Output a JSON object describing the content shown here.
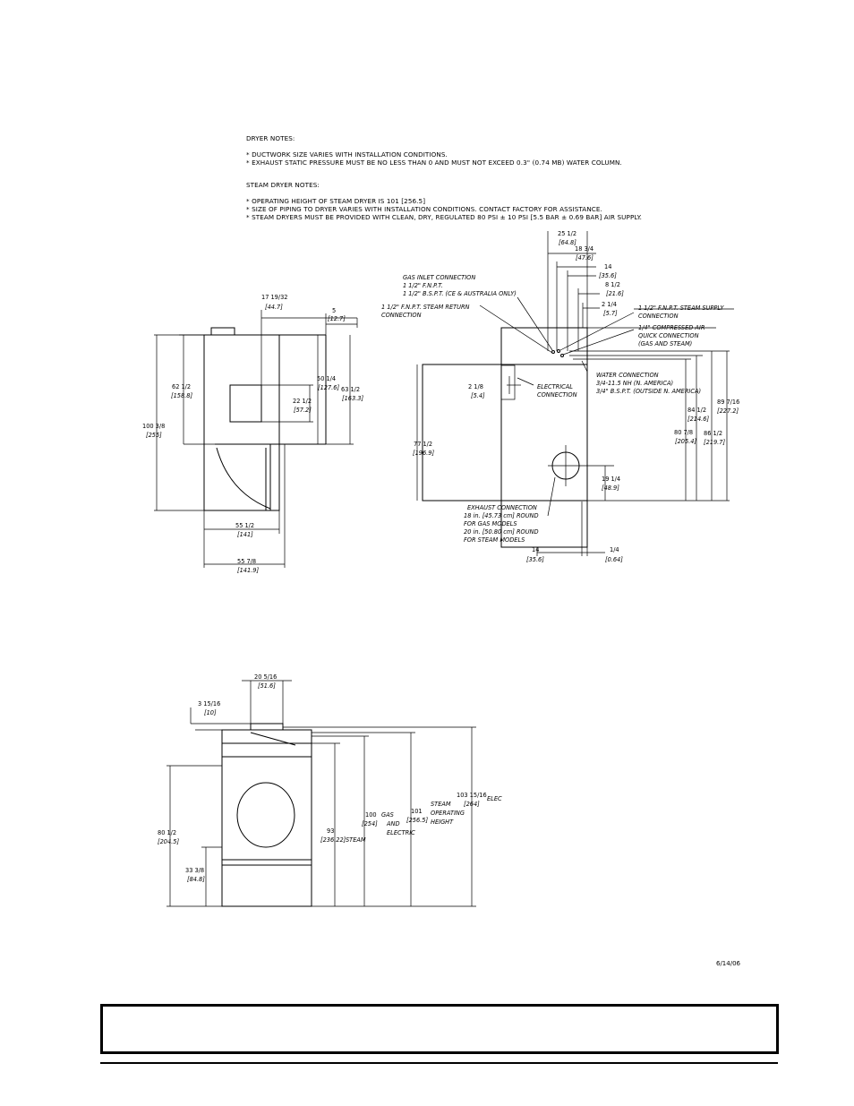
{
  "notes": {
    "dryer_heading": "DRYER NOTES:",
    "dryer_items": [
      "* DUCTWORK SIZE VARIES WITH INSTALLATION CONDITIONS.",
      "* EXHAUST STATIC PRESSURE MUST BE NO LESS THAN 0 AND MUST NOT EXCEED 0.3\" (0.74 MB) WATER COLUMN."
    ],
    "steam_heading": "STEAM DRYER NOTES:",
    "steam_items": [
      "* OPERATING HEIGHT OF STEAM DRYER IS 101 [256.5]",
      "* SIZE OF PIPING TO DRYER VARIES WITH INSTALLATION CONDITIONS.  CONTACT FACTORY FOR ASSISTANCE.",
      "* STEAM DRYERS MUST BE PROVIDED WITH CLEAN, DRY, REGULATED 80 PSI ± 10 PSI [5.5 BAR ± 0.69 BAR] AIR SUPPLY."
    ]
  },
  "side_view": {
    "dims": {
      "d17": "17 19/32",
      "d17m": "[44.7]",
      "d5": "5",
      "d5m": "[12.7]",
      "d62": "62 1/2",
      "d62m": "[158.8]",
      "d100": "100 3/8",
      "d100m": "[255]",
      "d50": "50 1/4",
      "d50m": "[127.6]",
      "d22": "22 1/2",
      "d22m": "[57.2]",
      "d63": "63 1/2",
      "d63m": "[163.3]",
      "d55a": "55 1/2",
      "d55am": "[141]",
      "d55b": "55 7/8",
      "d55bm": "[141.9]"
    }
  },
  "rear_view": {
    "dims": {
      "d25": "25 1/2",
      "d25m": "[64.8]",
      "d18": "18 3/4",
      "d18m": "[47.6]",
      "d14a": "14",
      "d14am": "[35.6]",
      "d8": "8 1/2",
      "d8m": "[21.6]",
      "d2a": "2 1/4",
      "d2am": "[5.7]",
      "d2b": "2 1/8",
      "d2bm": "[5.4]",
      "d77": "77 1/2",
      "d77m": "[196.9]",
      "d84": "84 1/2",
      "d84m": "[214.6]",
      "d80": "80 7/8",
      "d80m": "[205.4]",
      "d89": "89 7/16",
      "d89m": "[227.2]",
      "d86": "86 1/2",
      "d86m": "[219.7]",
      "d19": "19 1/4",
      "d19m": "[48.9]",
      "d14b": "14",
      "d14bm": "[35.6]",
      "d14q": "1/4",
      "d14qm": "[0.64]"
    },
    "labels": {
      "gas1": "GAS INLET CONNECTION",
      "gas2": "1 1/2\" F.N.P.T.",
      "gas3": "1 1/2\" B.S.P.T. (CE & AUSTRALIA ONLY)",
      "ret1": "1 1/2\" F.N.P.T. STEAM RETURN",
      "ret2": "CONNECTION",
      "sup1": "1 1/2\" F.N.P.T. STEAM SUPPLY",
      "sup2": "CONNECTION",
      "air1": "1/4\" COMPRESSED AIR",
      "air2": "QUICK CONNECTION",
      "air3": "(GAS AND STEAM)",
      "wat1": "WATER CONNECTION",
      "wat2": "3/4-11.5 NH (N. AMERICA)",
      "wat3": "3/4\" B.S.P.T. (OUTSIDE N. AMERICA)",
      "ele1": "ELECTRICAL",
      "ele2": "CONNECTION",
      "exh1": "EXHAUST CONNECTION",
      "exh2": "18 in. [45.73 cm] ROUND",
      "exh3": "FOR GAS MODELS",
      "exh4": "20 in. [50.80 cm] ROUND",
      "exh5": "FOR STEAM MODELS"
    }
  },
  "front_view": {
    "dims": {
      "d20": "20 5/16",
      "d20m": "[51.6]",
      "d3": "3 15/16",
      "d3m": "[10]",
      "d80": "80 1/2",
      "d80m": "[204.5]",
      "d33": "33 3/8",
      "d33m": "[84.8]",
      "d93": "93",
      "d93m": "[236.22]",
      "d100": "100",
      "d100m": "[254]",
      "d101": "101",
      "d101m": "[256.5]",
      "d103": "103 15/16",
      "d103m": "[264]"
    },
    "labels": {
      "steam": "STEAM",
      "gas": "GAS",
      "and": "AND",
      "electric": "ELECTRIC",
      "steam2": "STEAM",
      "operating": "OPERATING",
      "height": "HEIGHT",
      "elec": "ELEC"
    }
  },
  "rev_date": "6/14/06"
}
